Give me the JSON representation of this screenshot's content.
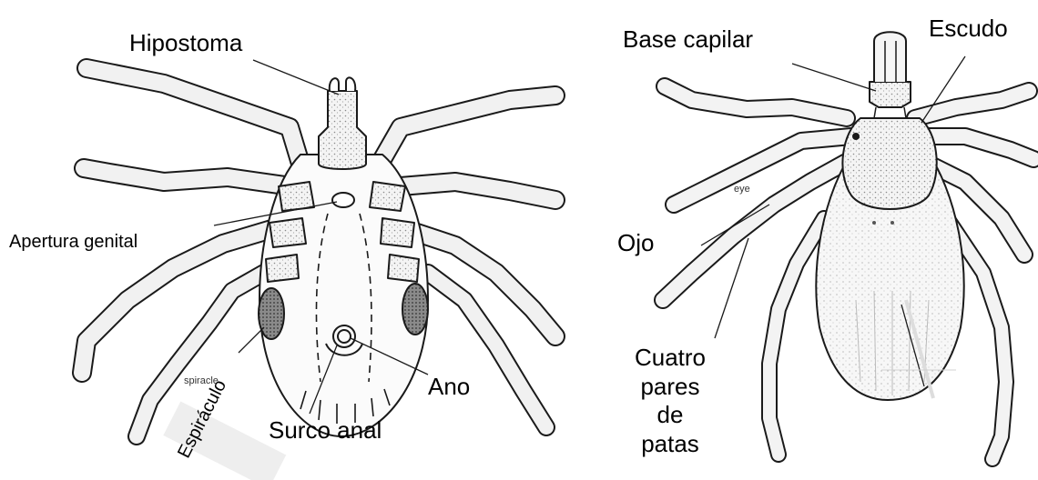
{
  "left_figure": {
    "labels": {
      "hipostoma": "Hipostoma",
      "apertura_genital": "Apertura genital",
      "espiraculo": "Espiráculo",
      "espiraculo_orig": "spiracle",
      "surco_anal": "Surco anal",
      "ano": "Ano"
    }
  },
  "right_figure": {
    "labels": {
      "base_capilar": "Base capilar",
      "escudo": "Escudo",
      "eye_orig": "eye",
      "ojo": "Ojo",
      "patas_line1": "Cuatro",
      "patas_line2": "pares",
      "patas_line3": "de",
      "patas_line4": "patas"
    }
  },
  "colors": {
    "ink": "#1a1a1a",
    "stipple": "#9a9a9a",
    "fill": "#e9e9e9"
  }
}
